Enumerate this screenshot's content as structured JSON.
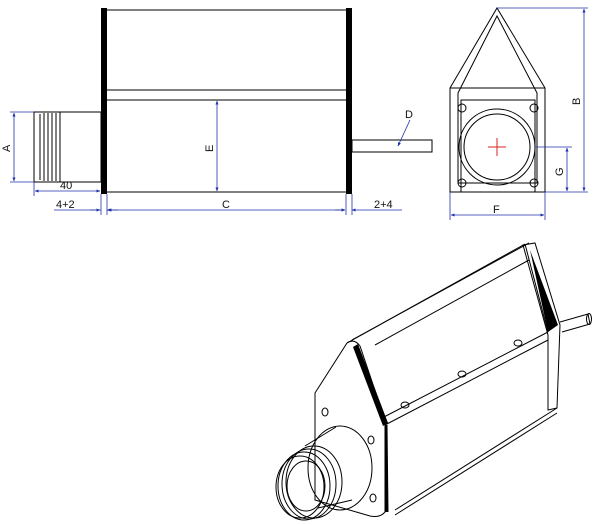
{
  "dimensions": {
    "a": "A",
    "b": "B",
    "c": "C",
    "d": "D",
    "e": "E",
    "f": "F",
    "g": "G",
    "inlet_length": "40",
    "left_wall": "4+2",
    "right_wall": "2+4"
  },
  "colors": {
    "line": "#000000",
    "dimension": "#2233aa",
    "center_mark": "#dd2222"
  }
}
